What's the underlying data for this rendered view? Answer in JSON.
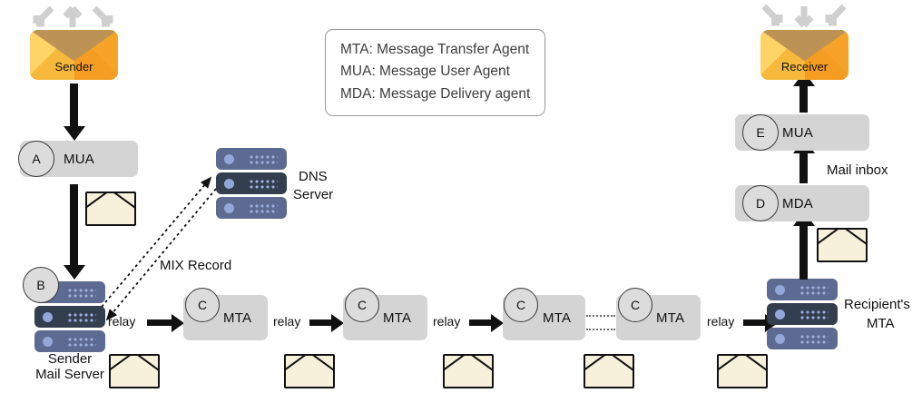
{
  "legend": {
    "lines": [
      "MTA: Message Transfer Agent",
      "MUA: Message User Agent",
      "MDA: Message Delivery agent"
    ]
  },
  "sender": {
    "label": "Sender",
    "icon": "mail-envelope-icon",
    "arrows": "three-outgoing-arrows"
  },
  "receiver": {
    "label": "Receiver",
    "icon": "mail-envelope-icon",
    "arrows": "three-incoming-arrows"
  },
  "left_flow": {
    "mua": {
      "badge": "A",
      "label": "MUA"
    },
    "mail_server": {
      "badge": "B",
      "label_line1": "Sender",
      "label_line2": "Mail Server"
    }
  },
  "dns": {
    "label_line1": "DNS",
    "label_line2": "Server",
    "record_label": "MIX Record"
  },
  "mta_chain": {
    "nodes": [
      {
        "badge": "C",
        "label": "MTA"
      },
      {
        "badge": "C",
        "label": "MTA"
      },
      {
        "badge": "C",
        "label": "MTA"
      },
      {
        "badge": "C",
        "label": "MTA"
      }
    ],
    "relay_labels": [
      "relay",
      "relay",
      "relay",
      "relay"
    ]
  },
  "right_flow": {
    "recipient_mta": {
      "label_line1": "Recipient's",
      "label_line2": "MTA"
    },
    "mda": {
      "badge": "D",
      "label": "MDA"
    },
    "mua": {
      "badge": "E",
      "label": "MUA"
    },
    "inbox_label": "Mail inbox"
  },
  "colors": {
    "node_grey": "#d4d4d4",
    "badge_grey": "#dcdcdc",
    "server_blue": "#5d6a91",
    "server_dark": "#333e4e",
    "envelope_cream": "#f7f0da",
    "mail_orange": "#f7a32a",
    "arrow_black": "#111111",
    "hint_grey": "#cccccc"
  }
}
